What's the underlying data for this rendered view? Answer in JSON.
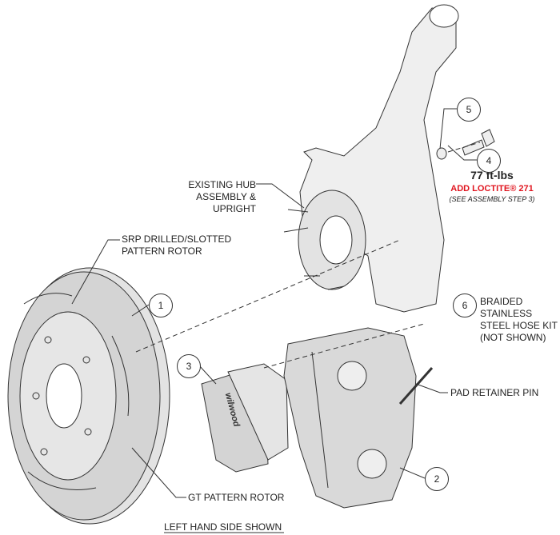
{
  "labels": {
    "hub": [
      "EXISTING HUB",
      "ASSEMBLY &",
      "UPRIGHT"
    ],
    "srp_rotor": [
      "SRP DRILLED/SLOTTED",
      "PATTERN ROTOR"
    ],
    "hose_kit": [
      "BRAIDED",
      "STAINLESS",
      "STEEL HOSE KIT",
      "(NOT SHOWN)"
    ],
    "pad_pin": "PAD RETAINER PIN",
    "gt_rotor": "GT PATTERN ROTOR",
    "footer": "LEFT HAND SIDE SHOWN",
    "torque": "77 ft-lbs",
    "loctite": "ADD LOCTITE® 271",
    "assembly_note": "(SEE ASSEMBLY STEP 3)"
  },
  "callouts": [
    "1",
    "2",
    "3",
    "4",
    "5",
    "6"
  ],
  "logo_text": "wilwood",
  "colors": {
    "loctite": "#e0141e",
    "line": "#333333",
    "part_fill": "#d9d9d9"
  }
}
